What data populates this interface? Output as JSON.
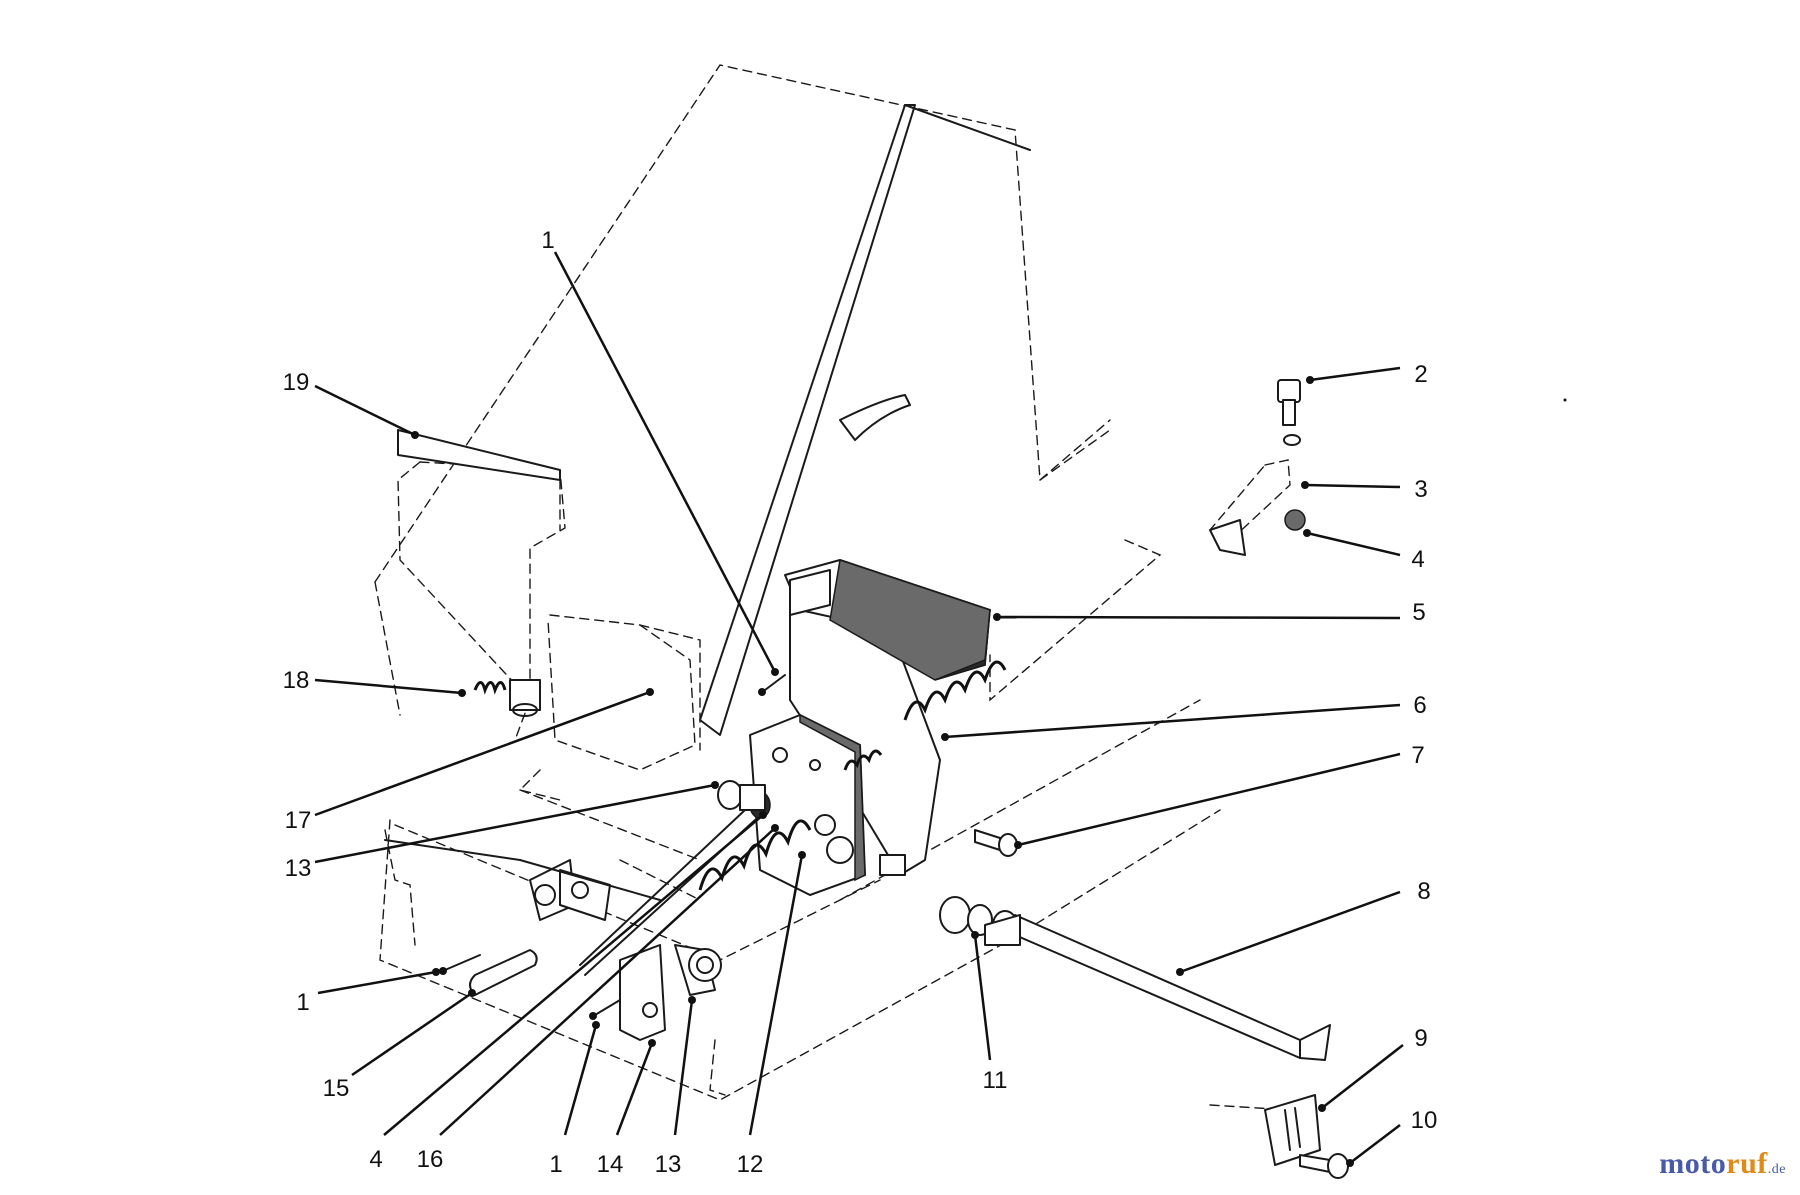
{
  "diagram": {
    "callouts": [
      {
        "id": "c1a",
        "label": "1"
      },
      {
        "id": "c19",
        "label": "19"
      },
      {
        "id": "c18",
        "label": "18"
      },
      {
        "id": "c17",
        "label": "17"
      },
      {
        "id": "c13a",
        "label": "13"
      },
      {
        "id": "c1b",
        "label": "1"
      },
      {
        "id": "c15",
        "label": "15"
      },
      {
        "id": "c4b",
        "label": "4"
      },
      {
        "id": "c16",
        "label": "16"
      },
      {
        "id": "c1c",
        "label": "1"
      },
      {
        "id": "c14",
        "label": "14"
      },
      {
        "id": "c13b",
        "label": "13"
      },
      {
        "id": "c12",
        "label": "12"
      },
      {
        "id": "c11",
        "label": "11"
      },
      {
        "id": "c2",
        "label": "2"
      },
      {
        "id": "c3",
        "label": "3"
      },
      {
        "id": "c4a",
        "label": "4"
      },
      {
        "id": "c5",
        "label": "5"
      },
      {
        "id": "c6",
        "label": "6"
      },
      {
        "id": "c7",
        "label": "7"
      },
      {
        "id": "c8",
        "label": "8"
      },
      {
        "id": "c9",
        "label": "9"
      },
      {
        "id": "c10",
        "label": "10"
      }
    ]
  },
  "watermark": {
    "part1": "moto",
    "part2": "ruf",
    "part3": ".de"
  }
}
